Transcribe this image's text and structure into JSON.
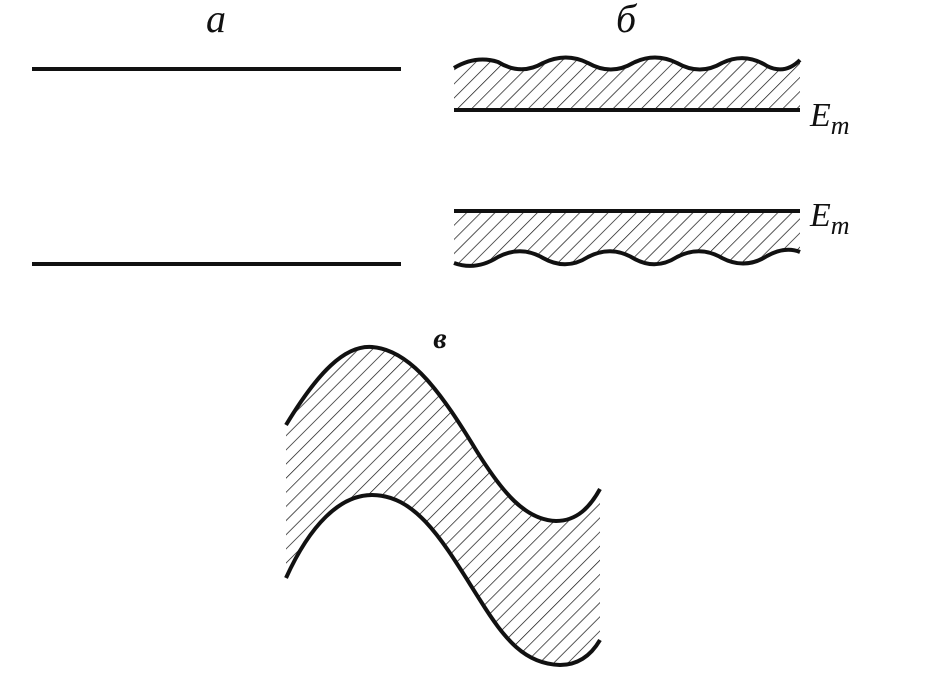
{
  "panels": {
    "a": {
      "label": "a"
    },
    "b": {
      "label": "б",
      "level_symbol": "E",
      "level_subscript": "m"
    },
    "c": {
      "label": "в"
    }
  },
  "colors": {
    "line": "#111111",
    "background": "#ffffff"
  }
}
